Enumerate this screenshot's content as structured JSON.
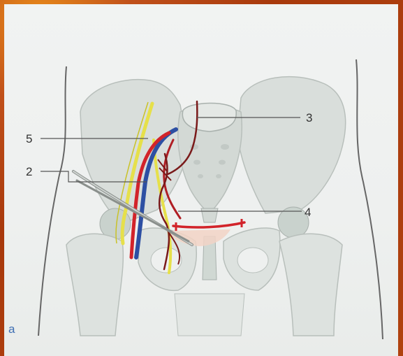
{
  "figure": {
    "panel_letter": "a",
    "labels": [
      "5",
      "2",
      "3",
      "4"
    ]
  },
  "colors": {
    "frame": "#b2400f",
    "paper": "#eef0ef",
    "bone": "#d9dedb",
    "bone_dark": "#c4cbc7",
    "nerve": "#e6e04a",
    "artery": "#d2232a",
    "vein": "#2d4fa3",
    "artery_dark": "#7a1a1a",
    "leader": "#555555"
  },
  "icons": [
    "pelvis-illustration"
  ]
}
